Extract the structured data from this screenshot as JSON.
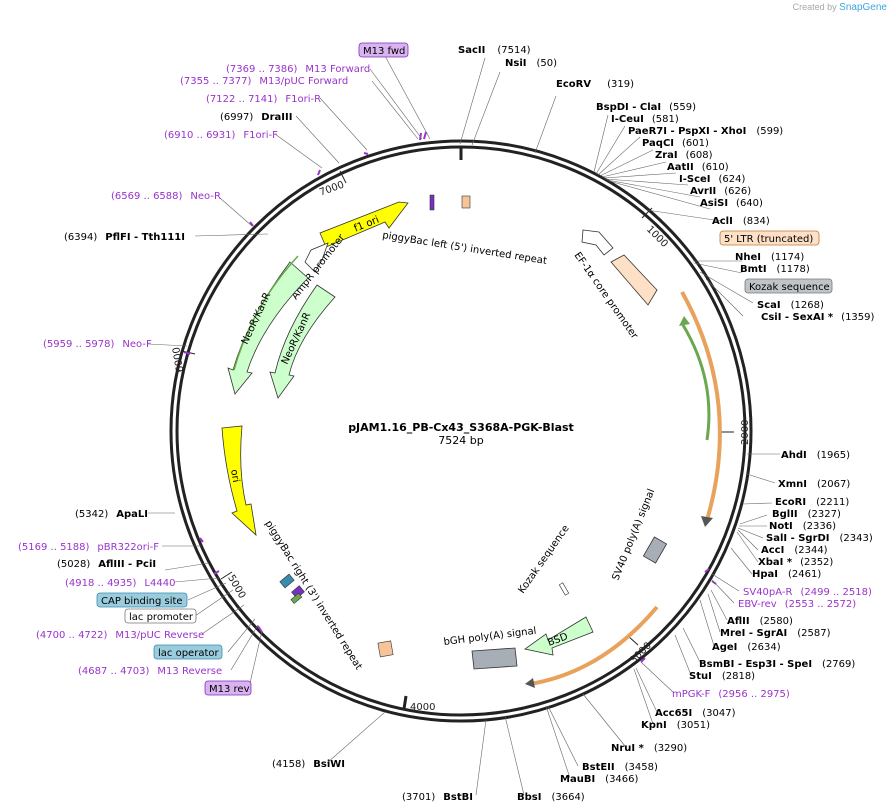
{
  "credit": {
    "prefix": "Created by",
    "brand": "SnapGene"
  },
  "plasmid": {
    "name": "pJAM1.16_PB-Cx43_S368A-PGK-Blast",
    "length": "7524 bp"
  },
  "colors": {
    "site_label": "#000000",
    "primer_label": "#9933cc",
    "backbone": "#222222",
    "yellow_feature": "#ffff00",
    "green_feature": "#ccffcc",
    "orange_feature": "#f7c49a",
    "gray_feature": "#a8aeb5",
    "blue_feature": "#99ccdd",
    "primer_box": "#d9b3f0"
  },
  "ticks": [
    "1000",
    "2000",
    "3000",
    "4000",
    "5000",
    "6000",
    "7000"
  ],
  "sites": [
    {
      "name": "SacII",
      "pos": "(7514)"
    },
    {
      "name": "NsiI",
      "pos": "(50)"
    },
    {
      "name": "EcoRV",
      "pos": "(319)"
    },
    {
      "name": "BspDI - ClaI",
      "pos": "(559)"
    },
    {
      "name": "I-CeuI",
      "pos": "(581)"
    },
    {
      "name": "PaeR7I - PspXI - XhoI",
      "pos": "(599)"
    },
    {
      "name": "PaqCI",
      "pos": "(601)"
    },
    {
      "name": "ZraI",
      "pos": "(608)"
    },
    {
      "name": "AatII",
      "pos": "(610)"
    },
    {
      "name": "I-SceI",
      "pos": "(624)"
    },
    {
      "name": "AvrII",
      "pos": "(626)"
    },
    {
      "name": "AsiSI",
      "pos": "(640)"
    },
    {
      "name": "AclI",
      "pos": "(834)"
    },
    {
      "name": "NheI",
      "pos": "(1174)"
    },
    {
      "name": "BmtI",
      "pos": "(1178)"
    },
    {
      "name": "ScaI",
      "pos": "(1268)"
    },
    {
      "name": "CsiI - SexAI *",
      "pos": "(1359)"
    },
    {
      "name": "AhdI",
      "pos": "(1965)"
    },
    {
      "name": "XmnI",
      "pos": "(2067)"
    },
    {
      "name": "EcoRI",
      "pos": "(2211)"
    },
    {
      "name": "BglII",
      "pos": "(2327)"
    },
    {
      "name": "NotI",
      "pos": "(2336)"
    },
    {
      "name": "SalI - SgrDI",
      "pos": "(2343)"
    },
    {
      "name": "AccI",
      "pos": "(2344)"
    },
    {
      "name": "XbaI *",
      "pos": "(2352)"
    },
    {
      "name": "HpaI",
      "pos": "(2461)"
    },
    {
      "name": "AflII",
      "pos": "(2580)"
    },
    {
      "name": "MreI - SgrAI",
      "pos": "(2587)"
    },
    {
      "name": "AgeI",
      "pos": "(2634)"
    },
    {
      "name": "BsmBI - Esp3I - SpeI",
      "pos": "(2769)"
    },
    {
      "name": "StuI",
      "pos": "(2818)"
    },
    {
      "name": "Acc65I",
      "pos": "(3047)"
    },
    {
      "name": "KpnI",
      "pos": "(3051)"
    },
    {
      "name": "NruI *",
      "pos": "(3290)"
    },
    {
      "name": "BstEII",
      "pos": "(3458)"
    },
    {
      "name": "MauBI",
      "pos": "(3466)"
    },
    {
      "name": "BbsI",
      "pos": "(3664)"
    },
    {
      "name": "BstBI",
      "pos": "(3701)"
    },
    {
      "name": "BsiWI",
      "pos": "(4158)"
    },
    {
      "name": "ApaLI",
      "pos": "(5342)"
    },
    {
      "name": "AflIII - PciI",
      "pos": "(5028)"
    },
    {
      "name": "PflFI - Tth111I",
      "pos": "(6394)"
    },
    {
      "name": "DraIII",
      "pos": "(6997)"
    }
  ],
  "primers": [
    {
      "name": "M13 Forward",
      "range": "(7369 .. 7386)"
    },
    {
      "name": "M13/pUC Forward",
      "range": "(7355 .. 7377)"
    },
    {
      "name": "F1ori-R",
      "range": "(7122 .. 7141)"
    },
    {
      "name": "F1ori-F",
      "range": "(6910 .. 6931)"
    },
    {
      "name": "Neo-R",
      "range": "(6569 .. 6588)"
    },
    {
      "name": "Neo-F",
      "range": "(5959 .. 5978)"
    },
    {
      "name": "pBR322ori-F",
      "range": "(5169 .. 5188)"
    },
    {
      "name": "L4440",
      "range": "(4918 .. 4935)"
    },
    {
      "name": "M13/pUC Reverse",
      "range": "(4700 .. 4722)"
    },
    {
      "name": "M13 Reverse",
      "range": "(4687 .. 4703)"
    },
    {
      "name": "SV40pA-R",
      "range": "(2499 .. 2518)"
    },
    {
      "name": "EBV-rev",
      "range": "(2553 .. 2572)"
    },
    {
      "name": "mPGK-F",
      "range": "(2956 .. 2975)"
    }
  ],
  "boxed_labels": {
    "m13_fwd": "M13 fwd",
    "m13_rev": "M13 rev",
    "ltr": "5' LTR (truncated)",
    "kozak_top": "Kozak sequence",
    "cap": "CAP binding site",
    "lac_promoter": "lac promoter",
    "lac_operator": "lac operator"
  },
  "features": {
    "f1_ori": "f1 ori",
    "ampr_promoter": "AmpR promoter",
    "neo_outer": "NeoR/KanR",
    "neo_inner": "NeoR/KanR",
    "ori": "ori",
    "pb_left": "piggyBac left (5') inverted repeat",
    "pb_right": "piggyBac right (3') inverted repeat",
    "ef1a": "EF-1α core promoter",
    "sv40": "SV40 poly(A) signal",
    "kozak_inner": "Kozak sequence",
    "bgh": "bGH poly(A) signal",
    "bsd": "BSD"
  }
}
